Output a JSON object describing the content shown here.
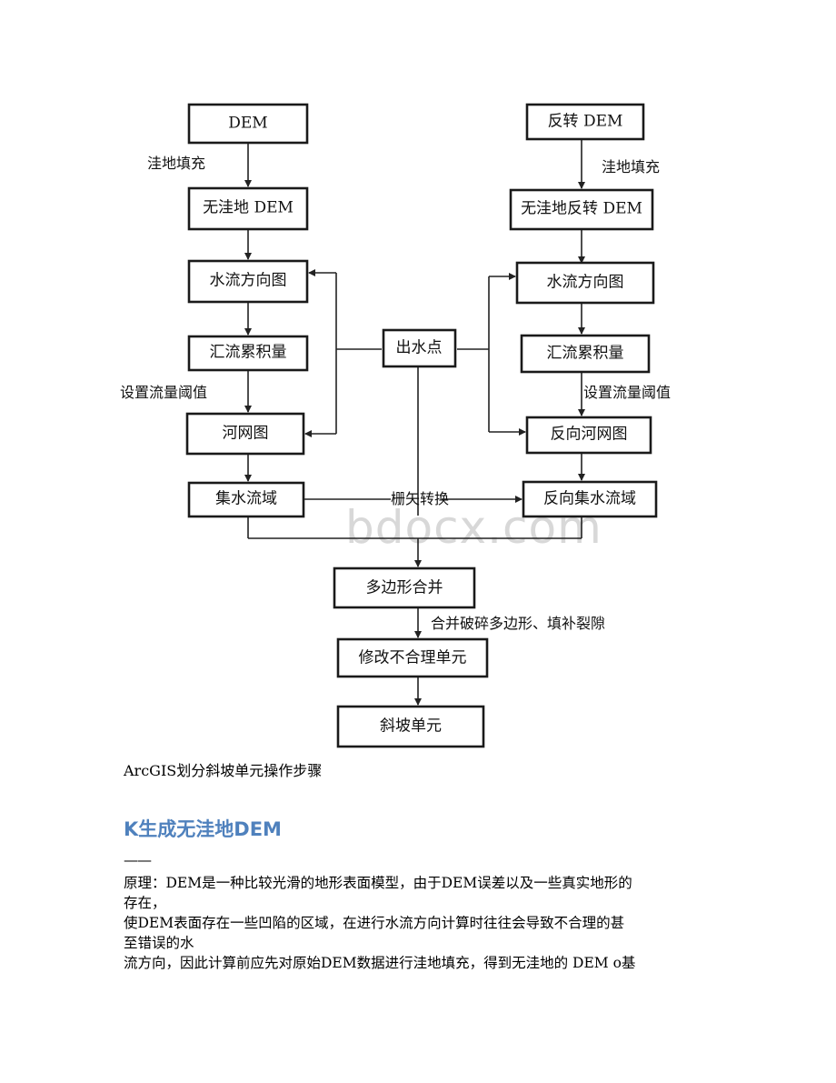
{
  "flowchart": {
    "left": {
      "b1": "DEM",
      "l1": "洼地填充",
      "b2": "无洼地 DEM",
      "b3": "水流方向图",
      "b4": "汇流累积量",
      "l4": "设置流量阈值",
      "b5": "河网图",
      "b6": "集水流域"
    },
    "right": {
      "b1": "反转 DEM",
      "l1": "洼地填充",
      "b2": "无洼地反转 DEM",
      "b3": "水流方向图",
      "b4": "汇流累积量",
      "l4": "设置流量阈值",
      "b5": "反向河网图",
      "b6": "反向集水流域"
    },
    "center": {
      "outlet": "出水点",
      "convert": "栅矢转换",
      "merge": "多边形合并",
      "merge_label": "合并破碎多边形、填补裂隙",
      "modify": "修改不合理单元",
      "final": "斜坡单元"
    },
    "watermark": "bdocx.com"
  },
  "caption": "ArcGIS划分斜坡单元操作步骤",
  "heading": "K生成无洼地DEM",
  "dash": "——",
  "paragraph_lines": [
    "原理：DEM是一种比较光滑的地形表面模型，由于DEM误差以及一些真实地形的",
    "存在，",
    "使DEM表面存在一些凹陷的区域，在进行水流方向计算时往往会导致不合理的甚",
    "至错误的水",
    "流方向，因此计算前应先对原始DEM数据进行洼地填充，得到无洼地的 DEM o基"
  ]
}
